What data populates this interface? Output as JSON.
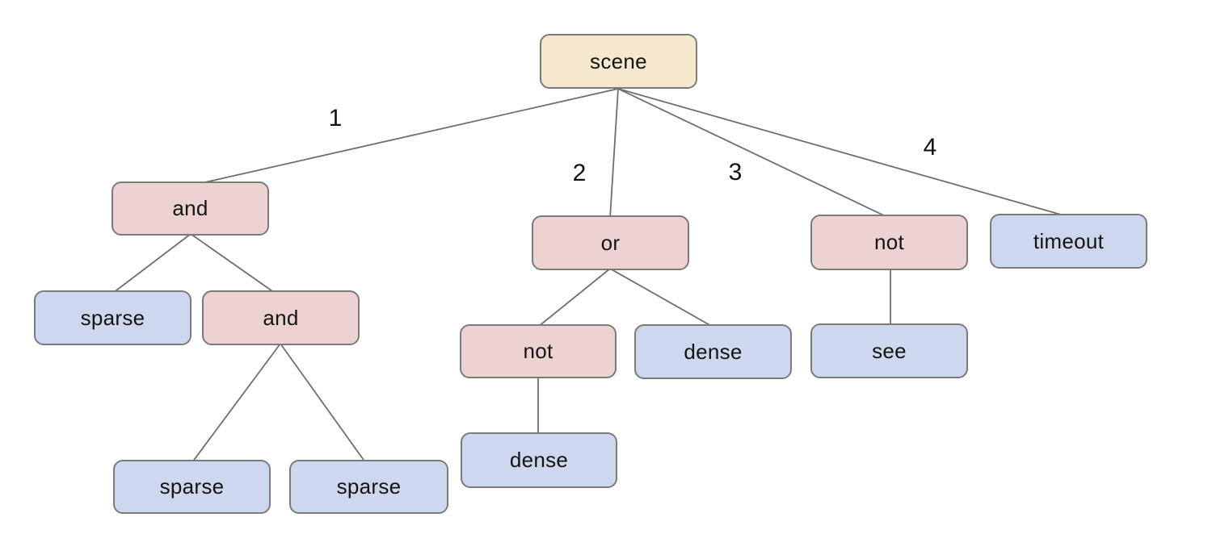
{
  "diagram": {
    "type": "tree",
    "root": "scene",
    "colors": {
      "root_fill": "#f6e8ce",
      "operator_fill": "#ecd3d2",
      "leaf_fill": "#cdd8ef",
      "node_border": "#7a7a7a",
      "edge_stroke": "#6e6e6e",
      "background": "#ffffff",
      "text": "#141414"
    },
    "nodes": [
      {
        "id": "scene",
        "label": "scene",
        "kind": "root",
        "fill": "tan"
      },
      {
        "id": "and-1",
        "label": "and",
        "kind": "operator",
        "fill": "pink"
      },
      {
        "id": "or-1",
        "label": "or",
        "kind": "operator",
        "fill": "pink"
      },
      {
        "id": "not-1",
        "label": "not",
        "kind": "operator",
        "fill": "pink"
      },
      {
        "id": "timeout-1",
        "label": "timeout",
        "kind": "leaf",
        "fill": "blue"
      },
      {
        "id": "sparse-1",
        "label": "sparse",
        "kind": "leaf",
        "fill": "blue"
      },
      {
        "id": "and-2",
        "label": "and",
        "kind": "operator",
        "fill": "pink"
      },
      {
        "id": "not-2",
        "label": "not",
        "kind": "operator",
        "fill": "pink"
      },
      {
        "id": "dense-1",
        "label": "dense",
        "kind": "leaf",
        "fill": "blue"
      },
      {
        "id": "see-1",
        "label": "see",
        "kind": "leaf",
        "fill": "blue"
      },
      {
        "id": "dense-2",
        "label": "dense",
        "kind": "leaf",
        "fill": "blue"
      },
      {
        "id": "sparse-2",
        "label": "sparse",
        "kind": "leaf",
        "fill": "blue"
      },
      {
        "id": "sparse-3",
        "label": "sparse",
        "kind": "leaf",
        "fill": "blue"
      }
    ],
    "edges": [
      {
        "from": "scene",
        "to": "and-1",
        "label": "1"
      },
      {
        "from": "scene",
        "to": "or-1",
        "label": "2"
      },
      {
        "from": "scene",
        "to": "not-1",
        "label": "3"
      },
      {
        "from": "scene",
        "to": "timeout-1",
        "label": "4"
      },
      {
        "from": "and-1",
        "to": "sparse-1",
        "label": ""
      },
      {
        "from": "and-1",
        "to": "and-2",
        "label": ""
      },
      {
        "from": "and-2",
        "to": "sparse-2",
        "label": ""
      },
      {
        "from": "and-2",
        "to": "sparse-3",
        "label": ""
      },
      {
        "from": "or-1",
        "to": "not-2",
        "label": ""
      },
      {
        "from": "or-1",
        "to": "dense-1",
        "label": ""
      },
      {
        "from": "not-2",
        "to": "dense-2",
        "label": ""
      },
      {
        "from": "not-1",
        "to": "see-1",
        "label": ""
      }
    ]
  }
}
